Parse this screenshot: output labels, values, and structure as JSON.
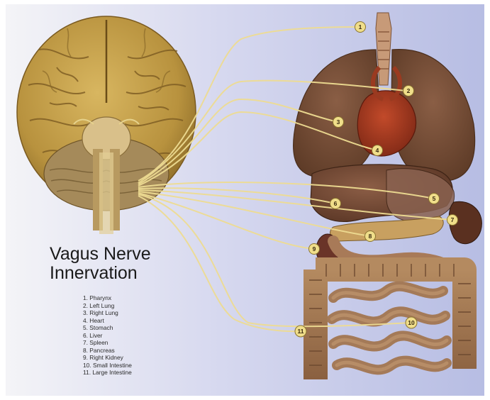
{
  "title_lines": [
    "Vagus Nerve",
    "Innervation"
  ],
  "legend": [
    "1. Pharynx",
    "2. Left Lung",
    "3. Right Lung",
    "4. Heart",
    "5. Stomach",
    "6. Liver",
    "7. Spleen",
    "8. Pancreas",
    "9. Right Kidney",
    "10. Small Intestine",
    "11. Large Intestine"
  ],
  "markers": [
    "1",
    "2",
    "3",
    "4",
    "5",
    "6",
    "7",
    "8",
    "9",
    "10",
    "11"
  ],
  "colors": {
    "background_left": "#f3f3f6",
    "background_right": "#b7bde3",
    "nerve": "#e8d489",
    "marker_fill": "#f0de8a",
    "brain": "#c9a44e",
    "organs": "#7a5238"
  }
}
